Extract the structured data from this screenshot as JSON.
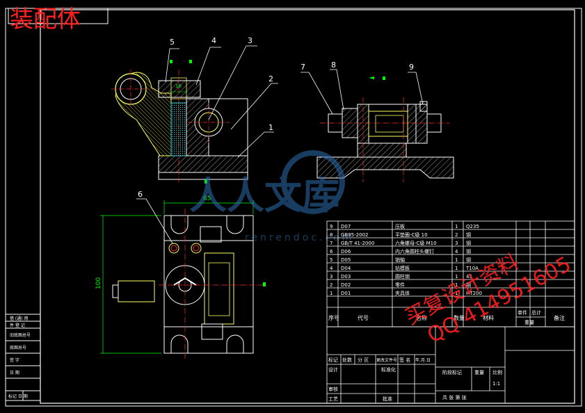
{
  "title": "装配体",
  "part_callouts": [
    "1",
    "2",
    "3",
    "4",
    "5",
    "6",
    "7",
    "8",
    "9"
  ],
  "dimensions": {
    "width": "65",
    "height": "100",
    "slot": "16"
  },
  "watermark": {
    "brand": "人人文库",
    "site": "renrendoc.com"
  },
  "promo_watermark": {
    "line1": "买复设计资料",
    "line2": "QQ 414951605"
  },
  "bom": {
    "rows": [
      {
        "no": "9",
        "code": "D07",
        "name": "压板",
        "qty": "1",
        "material": "Q235"
      },
      {
        "no": "8",
        "code": "GB95-2002",
        "name": "平垫圈-C级 10",
        "qty": "2",
        "material": "钢"
      },
      {
        "no": "7",
        "code": "GB/T 41-2000",
        "name": "六角螺母-C级 M10",
        "qty": "3",
        "material": "钢"
      },
      {
        "no": "6",
        "code": "D06",
        "name": "内六角圆柱头螺钉",
        "qty": "4",
        "material": "钢"
      },
      {
        "no": "5",
        "code": "D05",
        "name": "销轴",
        "qty": "1",
        "material": "钢"
      },
      {
        "no": "4",
        "code": "D04",
        "name": "钻模板",
        "qty": "1",
        "material": "T10A"
      },
      {
        "no": "3",
        "code": "D03",
        "name": "圆柱销",
        "qty": "1",
        "material": "45"
      },
      {
        "no": "2",
        "code": "D02",
        "name": "零件",
        "qty": "1",
        "material": "钢"
      },
      {
        "no": "1",
        "code": "D01",
        "name": "夹具体",
        "qty": "1",
        "material": "HT200"
      }
    ],
    "headers": {
      "no": "序号",
      "code": "代号",
      "name": "名称",
      "qty": "数量",
      "material": "材料",
      "unit_weight": "单件",
      "total_weight": "总计",
      "weight": "重量",
      "remark": "备注"
    }
  },
  "title_block": {
    "row1": [
      "标记",
      "处数",
      "分 区",
      "更改文件号",
      "签 名",
      "年.月.日"
    ],
    "design": "设计",
    "standard": "标准化",
    "review": "审核",
    "process": "工艺",
    "approve": "批准",
    "stage": "阶段标记",
    "weight": "重量",
    "ratio": "比例",
    "scale": "1:1",
    "sheets": "共   张   第   张"
  },
  "left_strip": [
    "借 (通) 用",
    "件 登 记",
    "旧底图总号",
    "底图总号",
    "签  字",
    "日  期",
    "标记  日 期"
  ]
}
